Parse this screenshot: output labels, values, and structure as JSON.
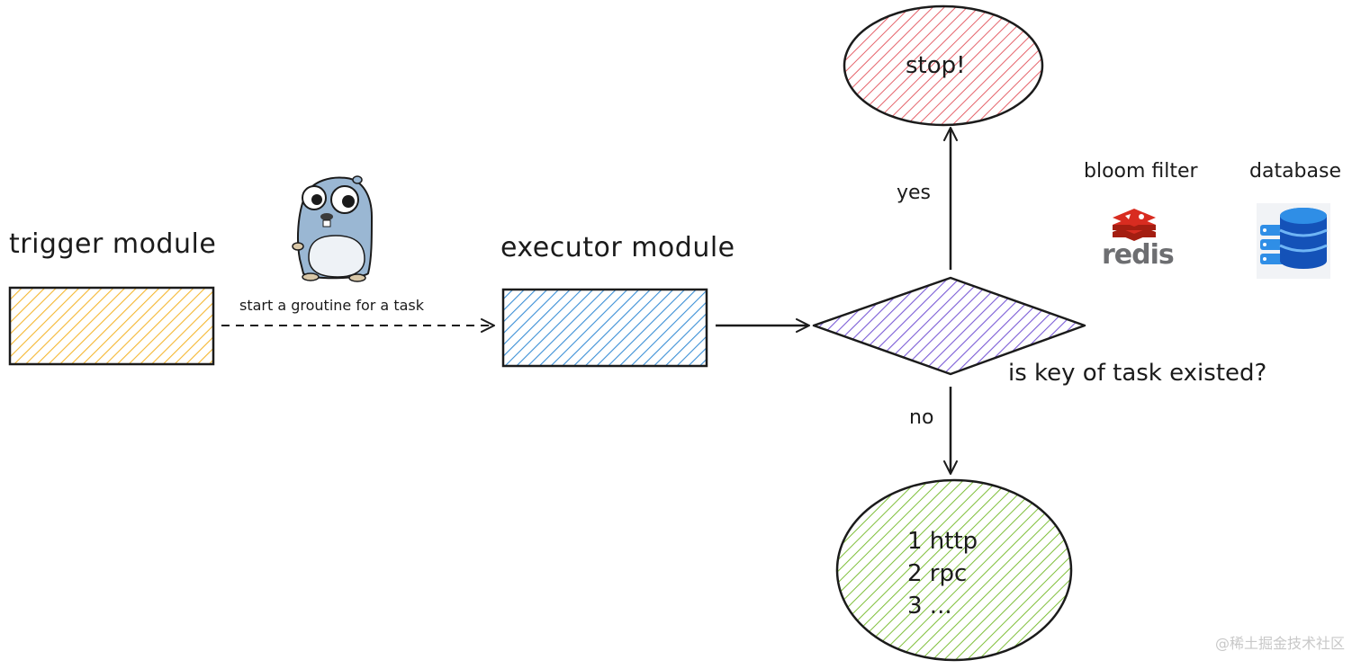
{
  "labels": {
    "trigger": "trigger module",
    "executor": "executor module",
    "edge": "start a groutine for a task",
    "stop": "stop!",
    "yes": "yes",
    "no": "no",
    "question": "is key of task existed?",
    "bloom": "bloom filter",
    "database": "database",
    "redis": "redis"
  },
  "result_lines": [
    "1 http",
    "2 rpc",
    "3 ..."
  ],
  "watermark": "@稀土掘金技术社区",
  "colors": {
    "trigger": "#f5b731",
    "executor": "#3b8fd6",
    "decision": "#7b5cd6",
    "stop": "#e5636b",
    "result": "#7fbf3a",
    "redis": "#d82c20",
    "database": "#1452b8",
    "gopher": "#9ab7d3"
  },
  "icons": [
    "gopher-icon",
    "redis-icon",
    "database-icon"
  ]
}
